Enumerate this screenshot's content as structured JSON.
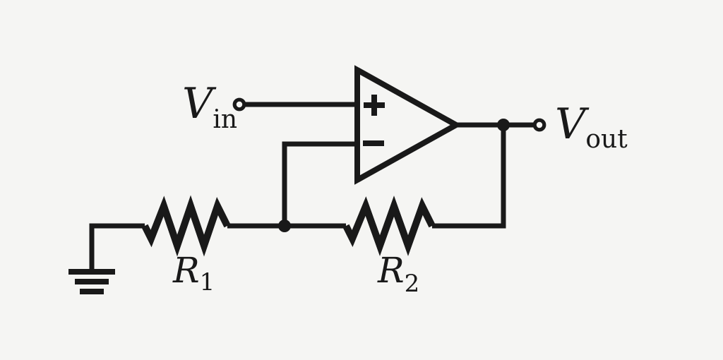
{
  "diagram": {
    "kind": "op-amp non-inverting amplifier schematic",
    "colors": {
      "background": "#f5f5f3",
      "ink": "#191919"
    },
    "labels": {
      "vin": {
        "base": "V",
        "sub": "in"
      },
      "vout": {
        "base": "V",
        "sub": "out"
      },
      "r1": {
        "base": "R",
        "sub": "1"
      },
      "r2": {
        "base": "R",
        "sub": "2"
      }
    },
    "opamp": {
      "plus": "+",
      "minus": "−"
    },
    "ground": {
      "name": "ground"
    }
  }
}
